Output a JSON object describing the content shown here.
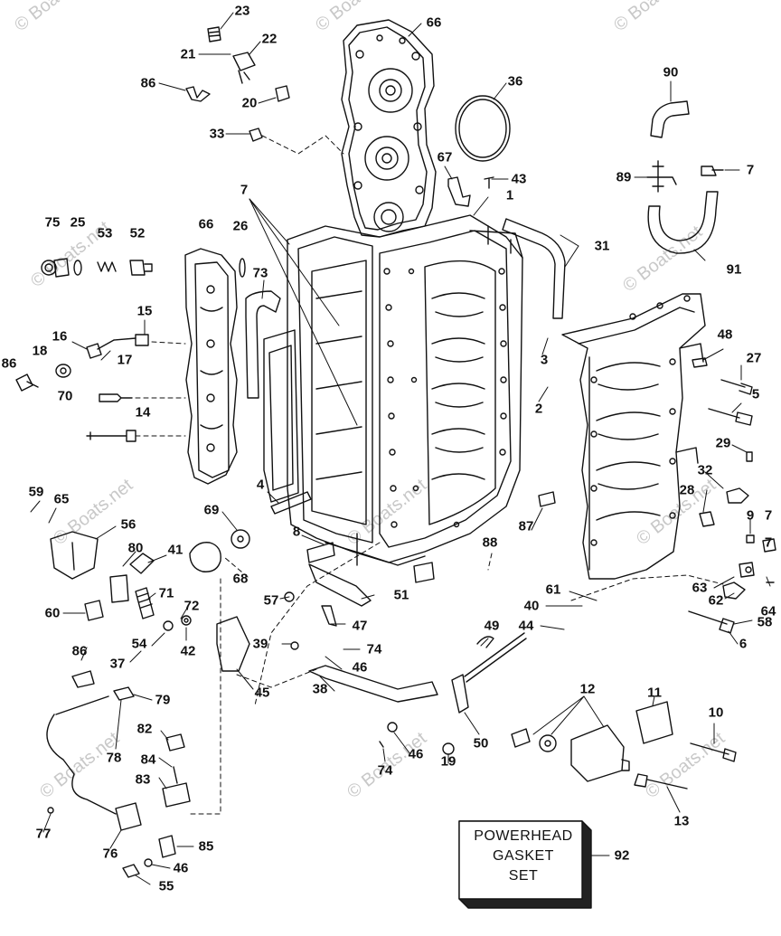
{
  "watermarks": [
    "© Boats.net",
    "© Boats.net",
    "© Boats.net",
    "© Boats.net",
    "© Boats.net",
    "© Boats.net",
    "© Boats.net",
    "© Boats.net",
    "© Boats.net",
    "© Boats.net",
    "© Boats.net"
  ],
  "callouts": [
    "23",
    "21",
    "22",
    "66",
    "86",
    "20",
    "36",
    "33",
    "90",
    "67",
    "43",
    "89",
    "7",
    "7",
    "1",
    "75",
    "25",
    "53",
    "52",
    "66",
    "26",
    "31",
    "73",
    "91",
    "15",
    "16",
    "18",
    "86",
    "17",
    "3",
    "48",
    "27",
    "70",
    "2",
    "5",
    "14",
    "29",
    "59",
    "65",
    "4",
    "32",
    "69",
    "7",
    "28",
    "56",
    "8",
    "9",
    "80",
    "41",
    "87",
    "88",
    "60",
    "71",
    "61",
    "63",
    "62",
    "72",
    "68",
    "51",
    "7",
    "57",
    "40",
    "64",
    "44",
    "54",
    "37",
    "39",
    "47",
    "49",
    "74",
    "58",
    "86",
    "42",
    "46",
    "45",
    "6",
    "79",
    "12",
    "38",
    "82",
    "11",
    "78",
    "10",
    "84",
    "46",
    "50",
    "19",
    "83",
    "74",
    "13",
    "77",
    "76",
    "85",
    "46",
    "55",
    "92"
  ],
  "kit_box": {
    "lines": [
      "POWERHEAD",
      "GASKET",
      "SET"
    ]
  },
  "colors": {
    "line": "#111111",
    "watermark": "#c8c8c8",
    "background": "#ffffff"
  }
}
